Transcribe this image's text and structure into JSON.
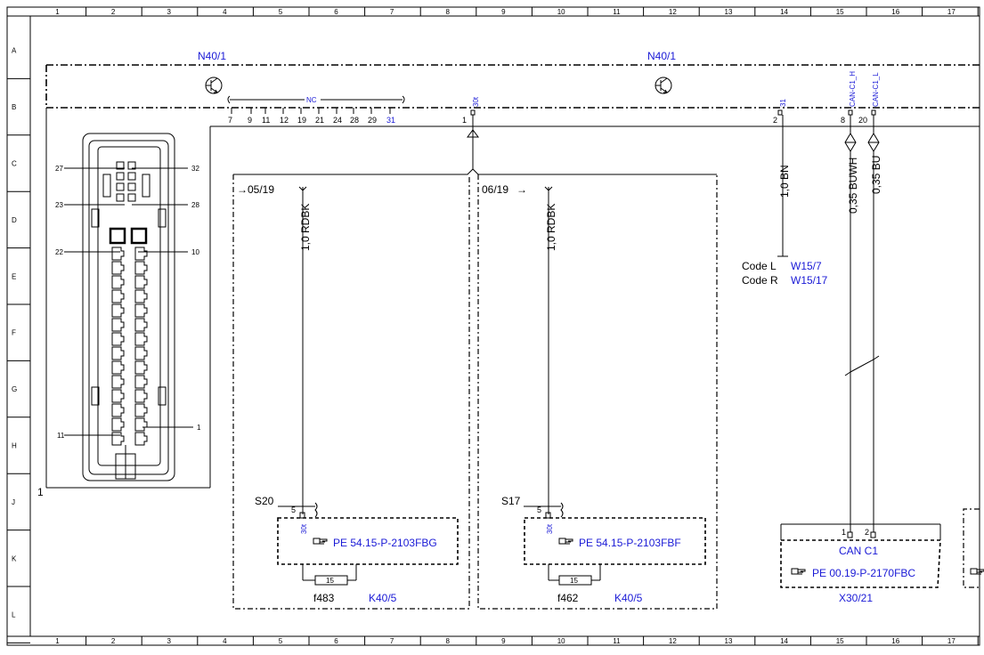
{
  "grid": {
    "columns": [
      "1",
      "2",
      "3",
      "4",
      "5",
      "6",
      "7",
      "8",
      "9",
      "10",
      "11",
      "12",
      "13",
      "14",
      "15",
      "16",
      "17"
    ],
    "rows": [
      "A",
      "B",
      "C",
      "D",
      "E",
      "F",
      "G",
      "H",
      "J",
      "K",
      "L"
    ]
  },
  "modules": {
    "left_label": "N40/1",
    "right_label": "N40/1"
  },
  "nc_label": "NC",
  "pins_top": [
    "7",
    "9",
    "11",
    "12",
    "19",
    "21",
    "24",
    "28",
    "29",
    "31"
  ],
  "pin_markers": {
    "p30t": "30t",
    "p31": "31",
    "can_h": "CAN-C1_H",
    "can_l": "CAN-C1_L",
    "pin1": "1",
    "pin2": "2",
    "pin8": "8",
    "pin20": "20"
  },
  "connector": {
    "label": "1",
    "callouts": {
      "c27": "27",
      "c32": "32",
      "c23": "23",
      "c28": "28",
      "c22": "22",
      "c10": "10",
      "c11": "11",
      "c1": "1"
    }
  },
  "branch_left": {
    "ref": "05/19",
    "wire": "1,0 RDBK",
    "switch": "S20",
    "pin5": "5",
    "pin30t": "30t",
    "pe": "PE 54.15-P-2103FBG",
    "fuse_val": "15",
    "fuse": "f483",
    "relay": "K40/5"
  },
  "branch_mid": {
    "ref": "06/19",
    "wire": "1,0 RDBK",
    "switch": "S17",
    "pin5": "5",
    "pin30t": "30t",
    "pe": "PE 54.15-P-2103FBF",
    "fuse_val": "15",
    "fuse": "f462",
    "relay": "K40/5"
  },
  "ground_wire": {
    "wire": "1,0 BN",
    "codes": [
      {
        "code": "Code L",
        "ref": "W15/7"
      },
      {
        "code": "Code R",
        "ref": "W15/17"
      }
    ]
  },
  "can_wires": {
    "buwh": "0,35 BUWH",
    "bu": "0,35 BU"
  },
  "can_box": {
    "title": "CAN C1",
    "pe": "PE 00.19-P-2170FBC",
    "id": "X30/21",
    "pin1": "1",
    "pin2": "2"
  }
}
